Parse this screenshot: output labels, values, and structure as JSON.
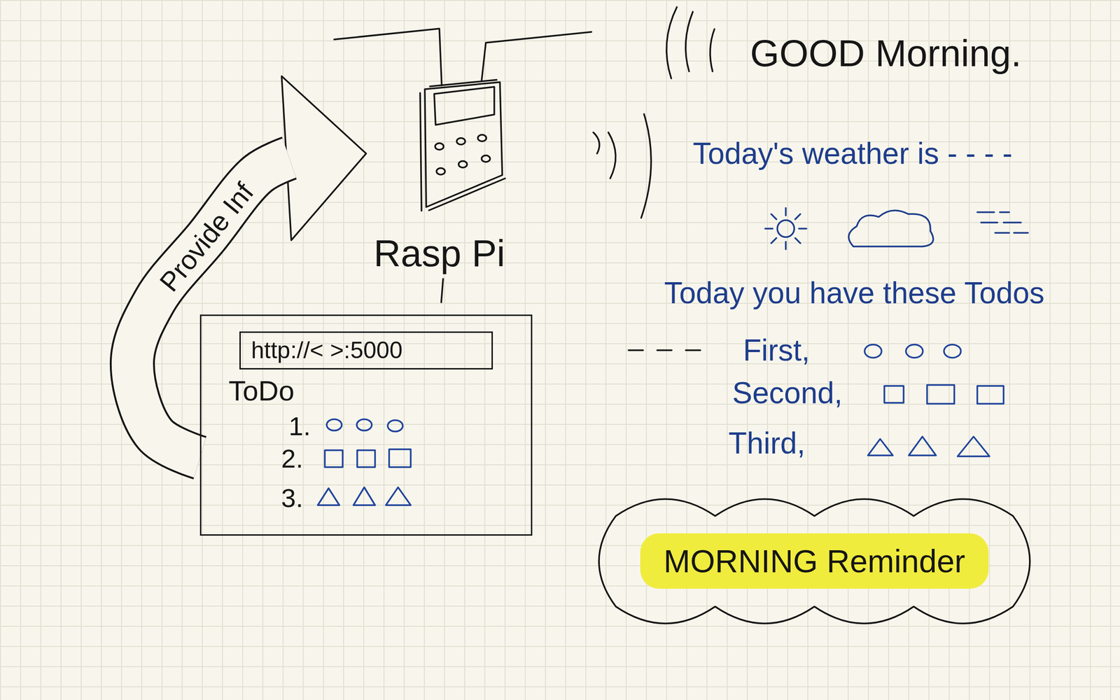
{
  "diagram": {
    "nodes": [
      {
        "text": [
          "Rasp Pi"
        ]
      },
      {
        "text": [
          "ToDo",
          "1.",
          "2.",
          "3."
        ]
      },
      {
        "text": [
          "http://< >:5000"
        ],
        "in": 1
      },
      {
        "text": [
          "MORNING Reminder"
        ]
      }
    ],
    "edges": [
      {
        "from": 1,
        "to": 0,
        "arrow": "to",
        "label": "Provide Inf"
      }
    ],
    "labels": [
      "GOOD Morning.",
      "Today's weather is - - - -",
      "Today you have these Todos",
      "First,",
      "Second,",
      "Third,"
    ]
  }
}
